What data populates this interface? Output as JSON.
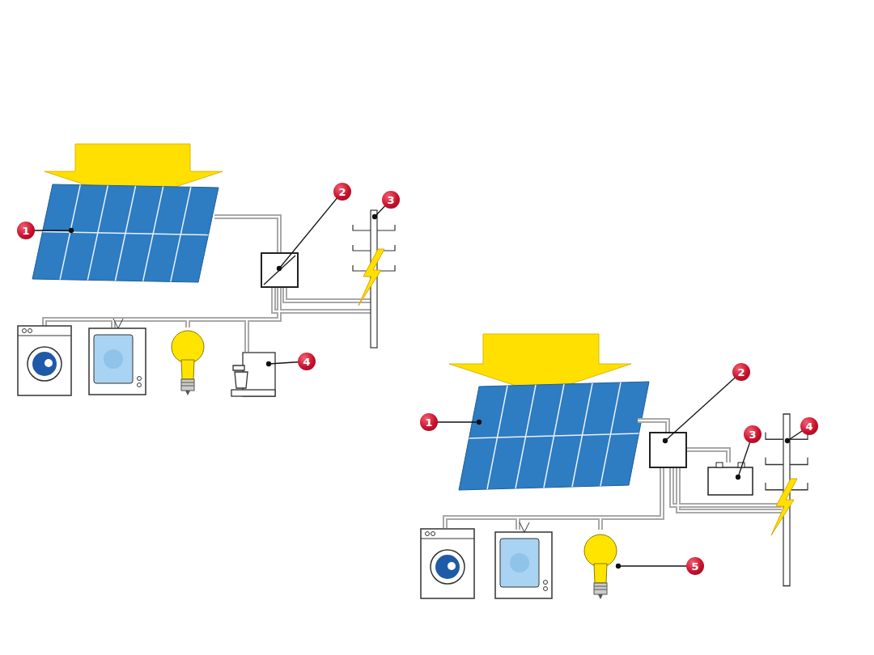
{
  "diagram": {
    "labels": [
      "1",
      "2",
      "3",
      "4",
      "1",
      "2",
      "3",
      "4",
      "5"
    ]
  }
}
